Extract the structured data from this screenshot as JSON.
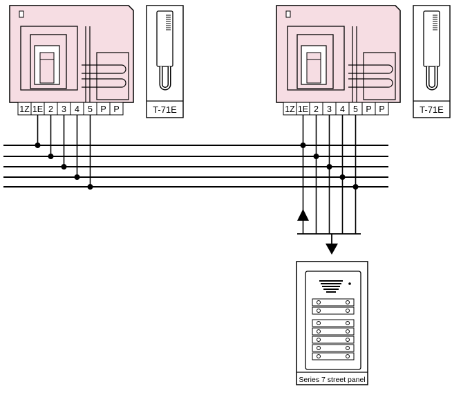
{
  "units": [
    {
      "id": "left",
      "handset_label": "T-71E",
      "terminals": [
        "1Z",
        "1E",
        "2",
        "3",
        "4",
        "5",
        "P",
        "P"
      ]
    },
    {
      "id": "right",
      "handset_label": "T-71E",
      "terminals": [
        "1Z",
        "1E",
        "2",
        "3",
        "4",
        "5",
        "P",
        "P"
      ]
    }
  ],
  "street_panel": {
    "label": "Series 7 street panel",
    "button_count": 7
  },
  "bus": {
    "wire_count": 5
  },
  "colors": {
    "unit_fill": "#f6dde3",
    "line": "#000000",
    "panel_fill": "#ffffff"
  }
}
